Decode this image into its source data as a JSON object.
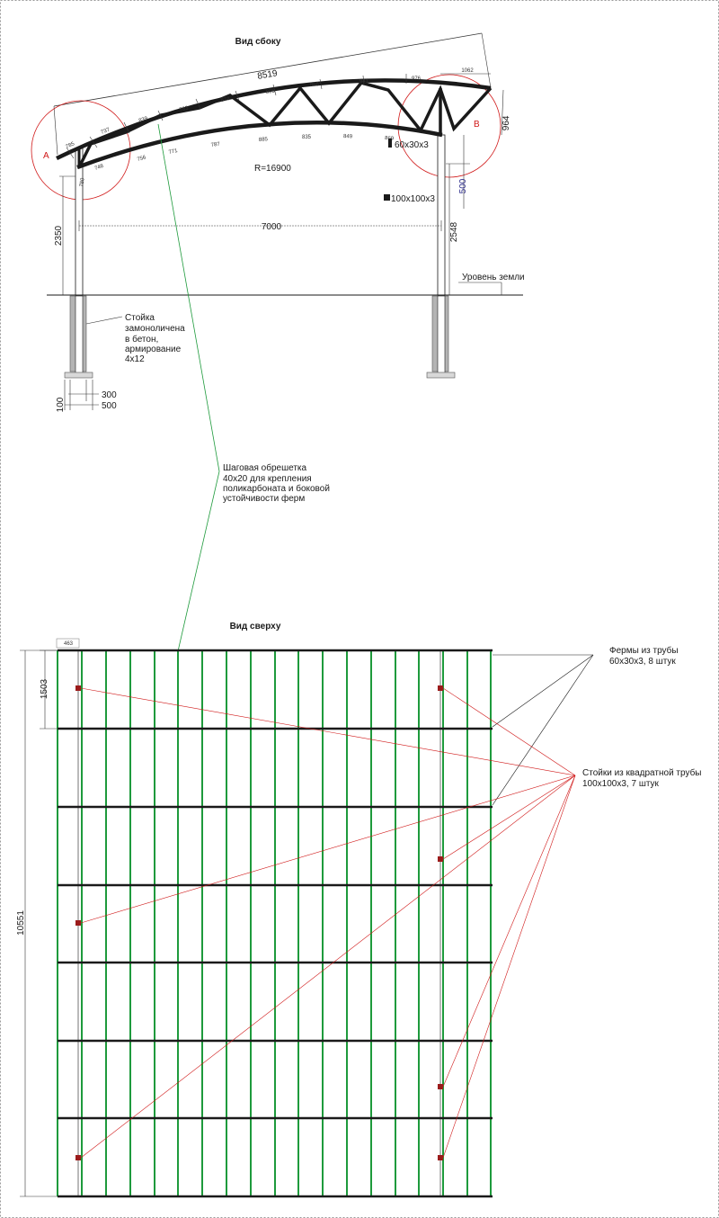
{
  "side_view": {
    "title": "Вид сбоку",
    "dim_top": "8519",
    "dim_right_end": "1062",
    "dim_right_height": "964",
    "circle_a": "A",
    "circle_b": "B",
    "truss_profile": "60x30x3",
    "radius": "R=16900",
    "post_profile": "100x100x3",
    "dim_500": "500",
    "dim_span": "7000",
    "dim_left_height": "2350",
    "dim_right_post": "2548",
    "ground_label": "Уровень земли",
    "post_note": [
      "Стойка",
      "замоноличена",
      "в бетон,",
      "армирование",
      "4x12"
    ],
    "dim_300": "300",
    "dim_500b": "500",
    "dim_100": "100",
    "top_chord_segments": [
      "785",
      "737",
      "839",
      "783",
      "874",
      "865",
      "866",
      "941",
      "976"
    ],
    "bottom_chord_segments": [
      "748",
      "756",
      "771",
      "787",
      "885",
      "835",
      "849",
      "869"
    ],
    "dim_left_post": "780"
  },
  "lath_note": [
    "Шаговая обрешетка",
    "40x20 для крепления",
    "поликарбоната и боковой",
    "устойчивости ферм"
  ],
  "top_view": {
    "title": "Вид сверху",
    "dim_top_left": "463",
    "dim_first_bay": "1503",
    "dim_total": "10551",
    "trusses_label": [
      "Фермы из трубы",
      "60x30x3, 8 штук"
    ],
    "posts_label": [
      "Стойки из квадратной трубы",
      "100x100x3, 7 штук"
    ]
  },
  "colors": {
    "frame": "#1a1a1a",
    "lath": "#1e9a3c",
    "callout_red": "#d01818",
    "post_marker": "#9b1b1b",
    "concrete": "#b4b4b4"
  }
}
